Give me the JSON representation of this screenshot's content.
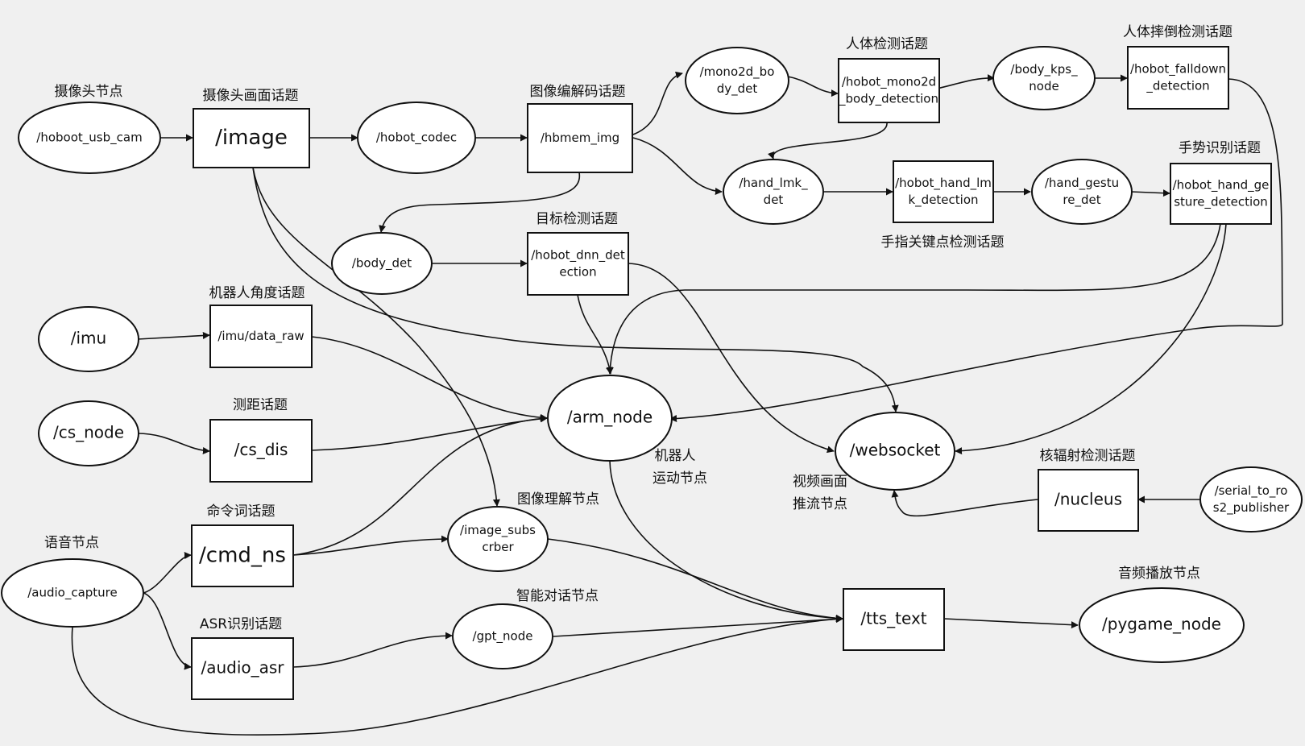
{
  "nodes": {
    "usb_cam": {
      "lines": [
        "/hoboot_usb_cam"
      ],
      "shape": "ellipse"
    },
    "image": {
      "lines": [
        "/image"
      ],
      "shape": "rect"
    },
    "codec": {
      "lines": [
        "/hobot_codec"
      ],
      "shape": "ellipse"
    },
    "hbmem": {
      "lines": [
        "/hbmem_img"
      ],
      "shape": "rect"
    },
    "mono2d": {
      "lines": [
        "/mono2d_bo",
        "dy_det"
      ],
      "shape": "ellipse"
    },
    "mono2d_topic": {
      "lines": [
        "/hobot_mono2d",
        "_body_detection"
      ],
      "shape": "rect"
    },
    "body_kps": {
      "lines": [
        "/body_kps_",
        "node"
      ],
      "shape": "ellipse"
    },
    "falldown": {
      "lines": [
        "/hobot_falldown",
        "_detection"
      ],
      "shape": "rect"
    },
    "hand_lmk": {
      "lines": [
        "/hand_lmk_",
        "det"
      ],
      "shape": "ellipse"
    },
    "hand_lmk_topic": {
      "lines": [
        "/hobot_hand_lm",
        "k_detection"
      ],
      "shape": "rect"
    },
    "hand_gesture": {
      "lines": [
        "/hand_gestu",
        "re_det"
      ],
      "shape": "ellipse"
    },
    "gesture_topic": {
      "lines": [
        "/hobot_hand_ge",
        "sture_detection"
      ],
      "shape": "rect"
    },
    "body_det": {
      "lines": [
        "/body_det"
      ],
      "shape": "ellipse"
    },
    "dnn_det": {
      "lines": [
        "/hobot_dnn_det",
        "ection"
      ],
      "shape": "rect"
    },
    "imu": {
      "lines": [
        "/imu"
      ],
      "shape": "ellipse"
    },
    "imu_raw": {
      "lines": [
        "/imu/data_raw"
      ],
      "shape": "rect"
    },
    "cs_node": {
      "lines": [
        "/cs_node"
      ],
      "shape": "ellipse"
    },
    "cs_dis": {
      "lines": [
        "/cs_dis"
      ],
      "shape": "rect"
    },
    "arm_node": {
      "lines": [
        "/arm_node"
      ],
      "shape": "ellipse"
    },
    "websocket": {
      "lines": [
        "/websocket"
      ],
      "shape": "ellipse"
    },
    "nucleus": {
      "lines": [
        "/nucleus"
      ],
      "shape": "rect"
    },
    "serial": {
      "lines": [
        "/serial_to_ro",
        "s2_publisher"
      ],
      "shape": "ellipse"
    },
    "cmd_ns": {
      "lines": [
        "/cmd_ns"
      ],
      "shape": "rect"
    },
    "image_sub": {
      "lines": [
        "/image_subs",
        "crber"
      ],
      "shape": "ellipse"
    },
    "audio_capture": {
      "lines": [
        "/audio_capture"
      ],
      "shape": "ellipse"
    },
    "audio_asr": {
      "lines": [
        "/audio_asr"
      ],
      "shape": "rect"
    },
    "gpt_node": {
      "lines": [
        "/gpt_node"
      ],
      "shape": "ellipse"
    },
    "tts_text": {
      "lines": [
        "/tts_text"
      ],
      "shape": "rect"
    },
    "pygame": {
      "lines": [
        "/pygame_node"
      ],
      "shape": "ellipse"
    }
  },
  "captions": {
    "camera_node": "摄像头节点",
    "camera_topic": "摄像头画面话题",
    "codec_topic": "图像编解码话题",
    "body_topic": "人体检测话题",
    "fall_topic": "人体摔倒检测话题",
    "gesture_topic": "手势识别话题",
    "finger_topic": "手指关键点检测话题",
    "target_topic": "目标检测话题",
    "robot_angle_topic": "机器人角度话题",
    "range_topic": "测距话题",
    "robot_motion_1": "机器人",
    "robot_motion_2": "运动节点",
    "video_stream_1": "视频画面",
    "video_stream_2": "推流节点",
    "nuclear_topic": "核辐射检测话题",
    "image_understand": "图像理解节点",
    "command_topic": "命令词话题",
    "voice_node": "语音节点",
    "chat_node": "智能对话节点",
    "asr_topic": "ASR识别话题",
    "audio_play": "音频播放节点"
  }
}
